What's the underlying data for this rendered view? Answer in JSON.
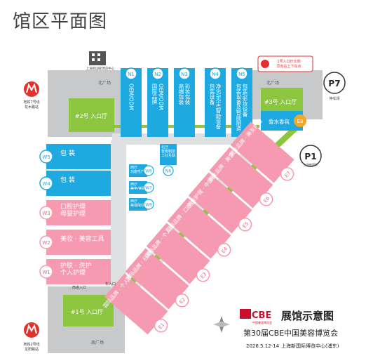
{
  "title": "馆区平面图",
  "colors": {
    "hall_blue": "#1ea9e1",
    "hall_pink": "#f59ab0",
    "plaza": "#c8c9ca",
    "green": "#8cc63f",
    "corridor": "#dfe0e2",
    "metro": "#e2312c",
    "orange": "#f5a623"
  },
  "north_halls": [
    {
      "code": "N1",
      "lines": [
        "OEM/ODM"
      ]
    },
    {
      "code": "N2",
      "lines": [
        "国际品牌",
        "OEM/ODM"
      ]
    },
    {
      "code": "N3",
      "lines": [
        "高端包装",
        "彩妆包装"
      ]
    },
    {
      "code": "N4",
      "lines": [
        "包装设备",
        "净化/无尘/智能设备"
      ]
    },
    {
      "code": "N5",
      "lines": [
        "包装设备及智能制造",
        "包装/彩妆设备"
      ]
    }
  ],
  "west_halls": [
    {
      "code": "W5",
      "text": "包 装"
    },
    {
      "code": "W4",
      "text": "包 装"
    },
    {
      "code": "W3",
      "text": "口腔护理\n母婴护理"
    },
    {
      "code": "W2",
      "text": "美妆 · 美容工具"
    },
    {
      "code": "W1",
      "text": "护肤 · 洗护\n个人护理"
    }
  ],
  "east_halls": [
    {
      "code": "E1",
      "text": "国际品牌 · 个人护理"
    },
    {
      "code": "E2",
      "text": "国际品牌 · 日用品"
    },
    {
      "code": "E3",
      "text": "国际品牌 · 个人护理"
    },
    {
      "code": "E4",
      "text": "国际品牌 · 口腔护理"
    },
    {
      "code": "E5",
      "text": "美业护理 · 中医养生"
    },
    {
      "code": "E6",
      "text": "美业品牌 · 美容仪器"
    },
    {
      "code": "E7",
      "text": "美业品牌 · 美发护理"
    },
    {
      "code": "E8",
      "text": "香水香氛"
    }
  ],
  "small_halls": [
    {
      "code": "W6",
      "lines": [
        "西厅",
        "功能性产品"
      ]
    },
    {
      "code": "W7",
      "lines": [
        "西厅",
        "美甲/美睫"
      ]
    },
    {
      "code": "W8",
      "lines": [
        "西厅",
        "美容院线"
      ]
    },
    {
      "code": "N6",
      "lines": [
        "北厅",
        "智能制造",
        "工业互联"
      ]
    }
  ],
  "entrances": {
    "n1": "#2号 入口厅",
    "n3": "#3号 入口厅",
    "s1": "#1号 入口厅"
  },
  "plazas": {
    "north_west": "北广场",
    "north_east": "北广场",
    "south": "南广场"
  },
  "parking": {
    "p7": "P7",
    "p7_note": "停车场",
    "p1": "P1",
    "p1_note": "上海新国际"
  },
  "metro": {
    "line7": "地铁7号线\n花木路站",
    "line2": "地铁2号线\n龙阳路站"
  },
  "building": "上海新国际博览中心",
  "gate_sign": "1号入口厅北侧\n同向右上下车点",
  "east_gate": "东入口",
  "south_gate": "南进入口",
  "logo": {
    "mark": "CBE",
    "tagline": "中国美容博览会",
    "heading": "展馆示意图",
    "event": "第30届CBE中国美容博览会",
    "dates": "2026.5.12-14",
    "venue": "上海新国际博览中心(浦东)"
  }
}
